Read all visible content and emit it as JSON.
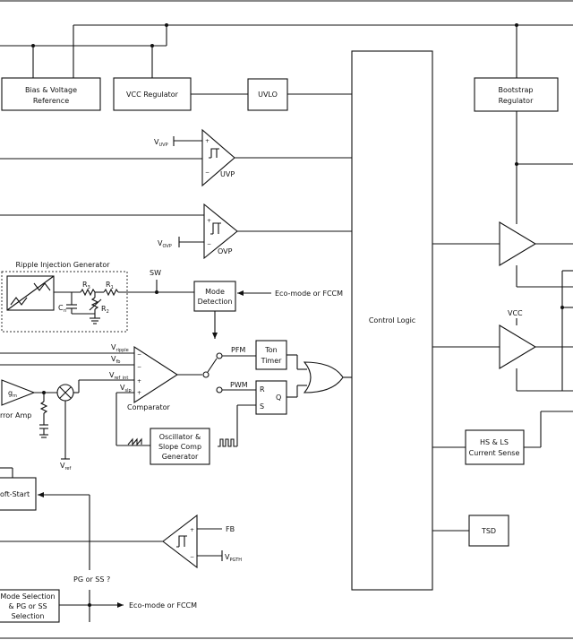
{
  "blocks": {
    "bias": [
      "Bias & Voltage",
      "Reference"
    ],
    "vcc_reg": "VCC Regulator",
    "uvlo": "UVLO",
    "bootstrap": [
      "Bootstrap",
      "Regulator"
    ],
    "control": "Control Logic",
    "mode_det": [
      "Mode",
      "Detection"
    ],
    "ton": [
      "Ton",
      "Timer"
    ],
    "osc": [
      "Oscillator &",
      "Slope Comp",
      "Generator"
    ],
    "hs_ls": [
      "HS & LS",
      "Current Sense"
    ],
    "tsd": "TSD",
    "soft_start": "oft-Start",
    "mode_sel": [
      "Mode Selection",
      "& PG or SS",
      "Selection"
    ]
  },
  "labels": {
    "uvp": "UVP",
    "ovp": "OVP",
    "v_uvp": "V",
    "v_uvp_sub": "UVP",
    "v_ovp": "V",
    "v_ovp_sub": "OVP",
    "ripple_gen": "Ripple Injection Generator",
    "sw": "SW",
    "r3": "R",
    "r3_sub": "3",
    "r1": "R",
    "r1_sub": "1",
    "r2": "R",
    "r2_sub": "2",
    "cri": "C",
    "cri_sub": "ri",
    "eco_fccm_in": "Eco-mode or FCCM",
    "pfm": "PFM",
    "pwm": "PWM",
    "vripple": "V",
    "vripple_sub": "ripple",
    "vfb": "V",
    "vfb_sub": "fb",
    "vref_int": "V",
    "vref_int_sub": "ref_int",
    "vslp": "V",
    "vslp_sub": "slp",
    "comparator": "Comparator",
    "gm": "g",
    "gm_sub": "m",
    "error_amp": "rror Amp",
    "vref": "V",
    "vref_sub": "ref",
    "vcc": "VCC",
    "r_pin": "R",
    "s_pin": "S",
    "q_pin": "Q",
    "fb": "FB",
    "vpgth": "V",
    "vpgth_sub": "PGTH",
    "pg_or_ss": "PG or SS ?",
    "eco_fccm_out": "Eco-mode or FCCM"
  }
}
